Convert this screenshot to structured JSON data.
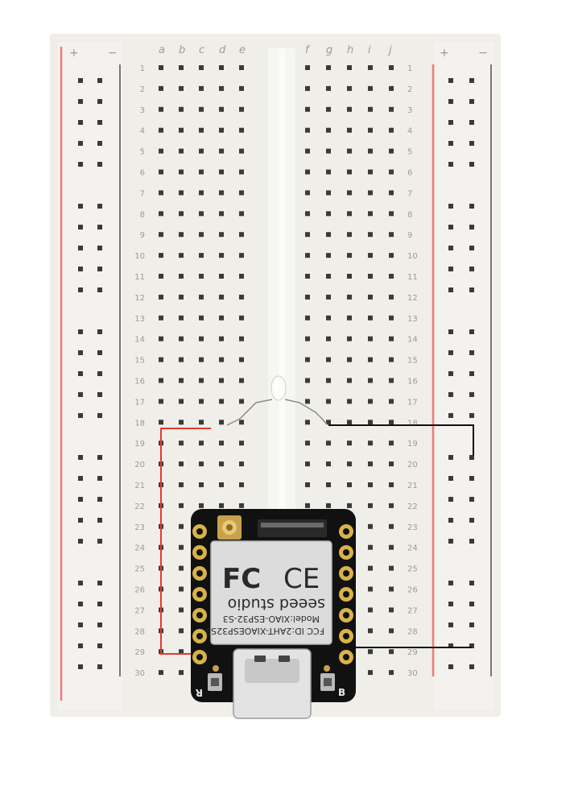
{
  "breadboard": {
    "column_labels_left": [
      "a",
      "b",
      "c",
      "d",
      "e"
    ],
    "column_labels_right": [
      "f",
      "g",
      "h",
      "i",
      "j"
    ],
    "row_numbers": [
      "1",
      "2",
      "3",
      "4",
      "5",
      "6",
      "7",
      "8",
      "9",
      "10",
      "11",
      "12",
      "13",
      "14",
      "15",
      "16",
      "17",
      "18",
      "19",
      "20",
      "21",
      "22",
      "23",
      "24",
      "25",
      "26",
      "27",
      "28",
      "29",
      "30"
    ],
    "rail_sign_plus": "+",
    "rail_sign_minus": "−"
  },
  "board": {
    "logo_fc": "FC",
    "logo_ce": "CE",
    "fcc_id": "FCC ID:2AHT-XIAOESP32S3",
    "model": "Model:XIAO-ESP32-S3",
    "brand": "seeed studio",
    "corner_label_left": "R",
    "corner_label_right": "B"
  },
  "colors": {
    "board_body": "#efeee9",
    "rail_red": "#f07a7a",
    "hole": "#3a3a3a",
    "pcb": "#111111",
    "gold": "#d9b24a",
    "wire_red": "#e23b2e",
    "wire_black": "#111111",
    "led": "#fbfbf8"
  }
}
